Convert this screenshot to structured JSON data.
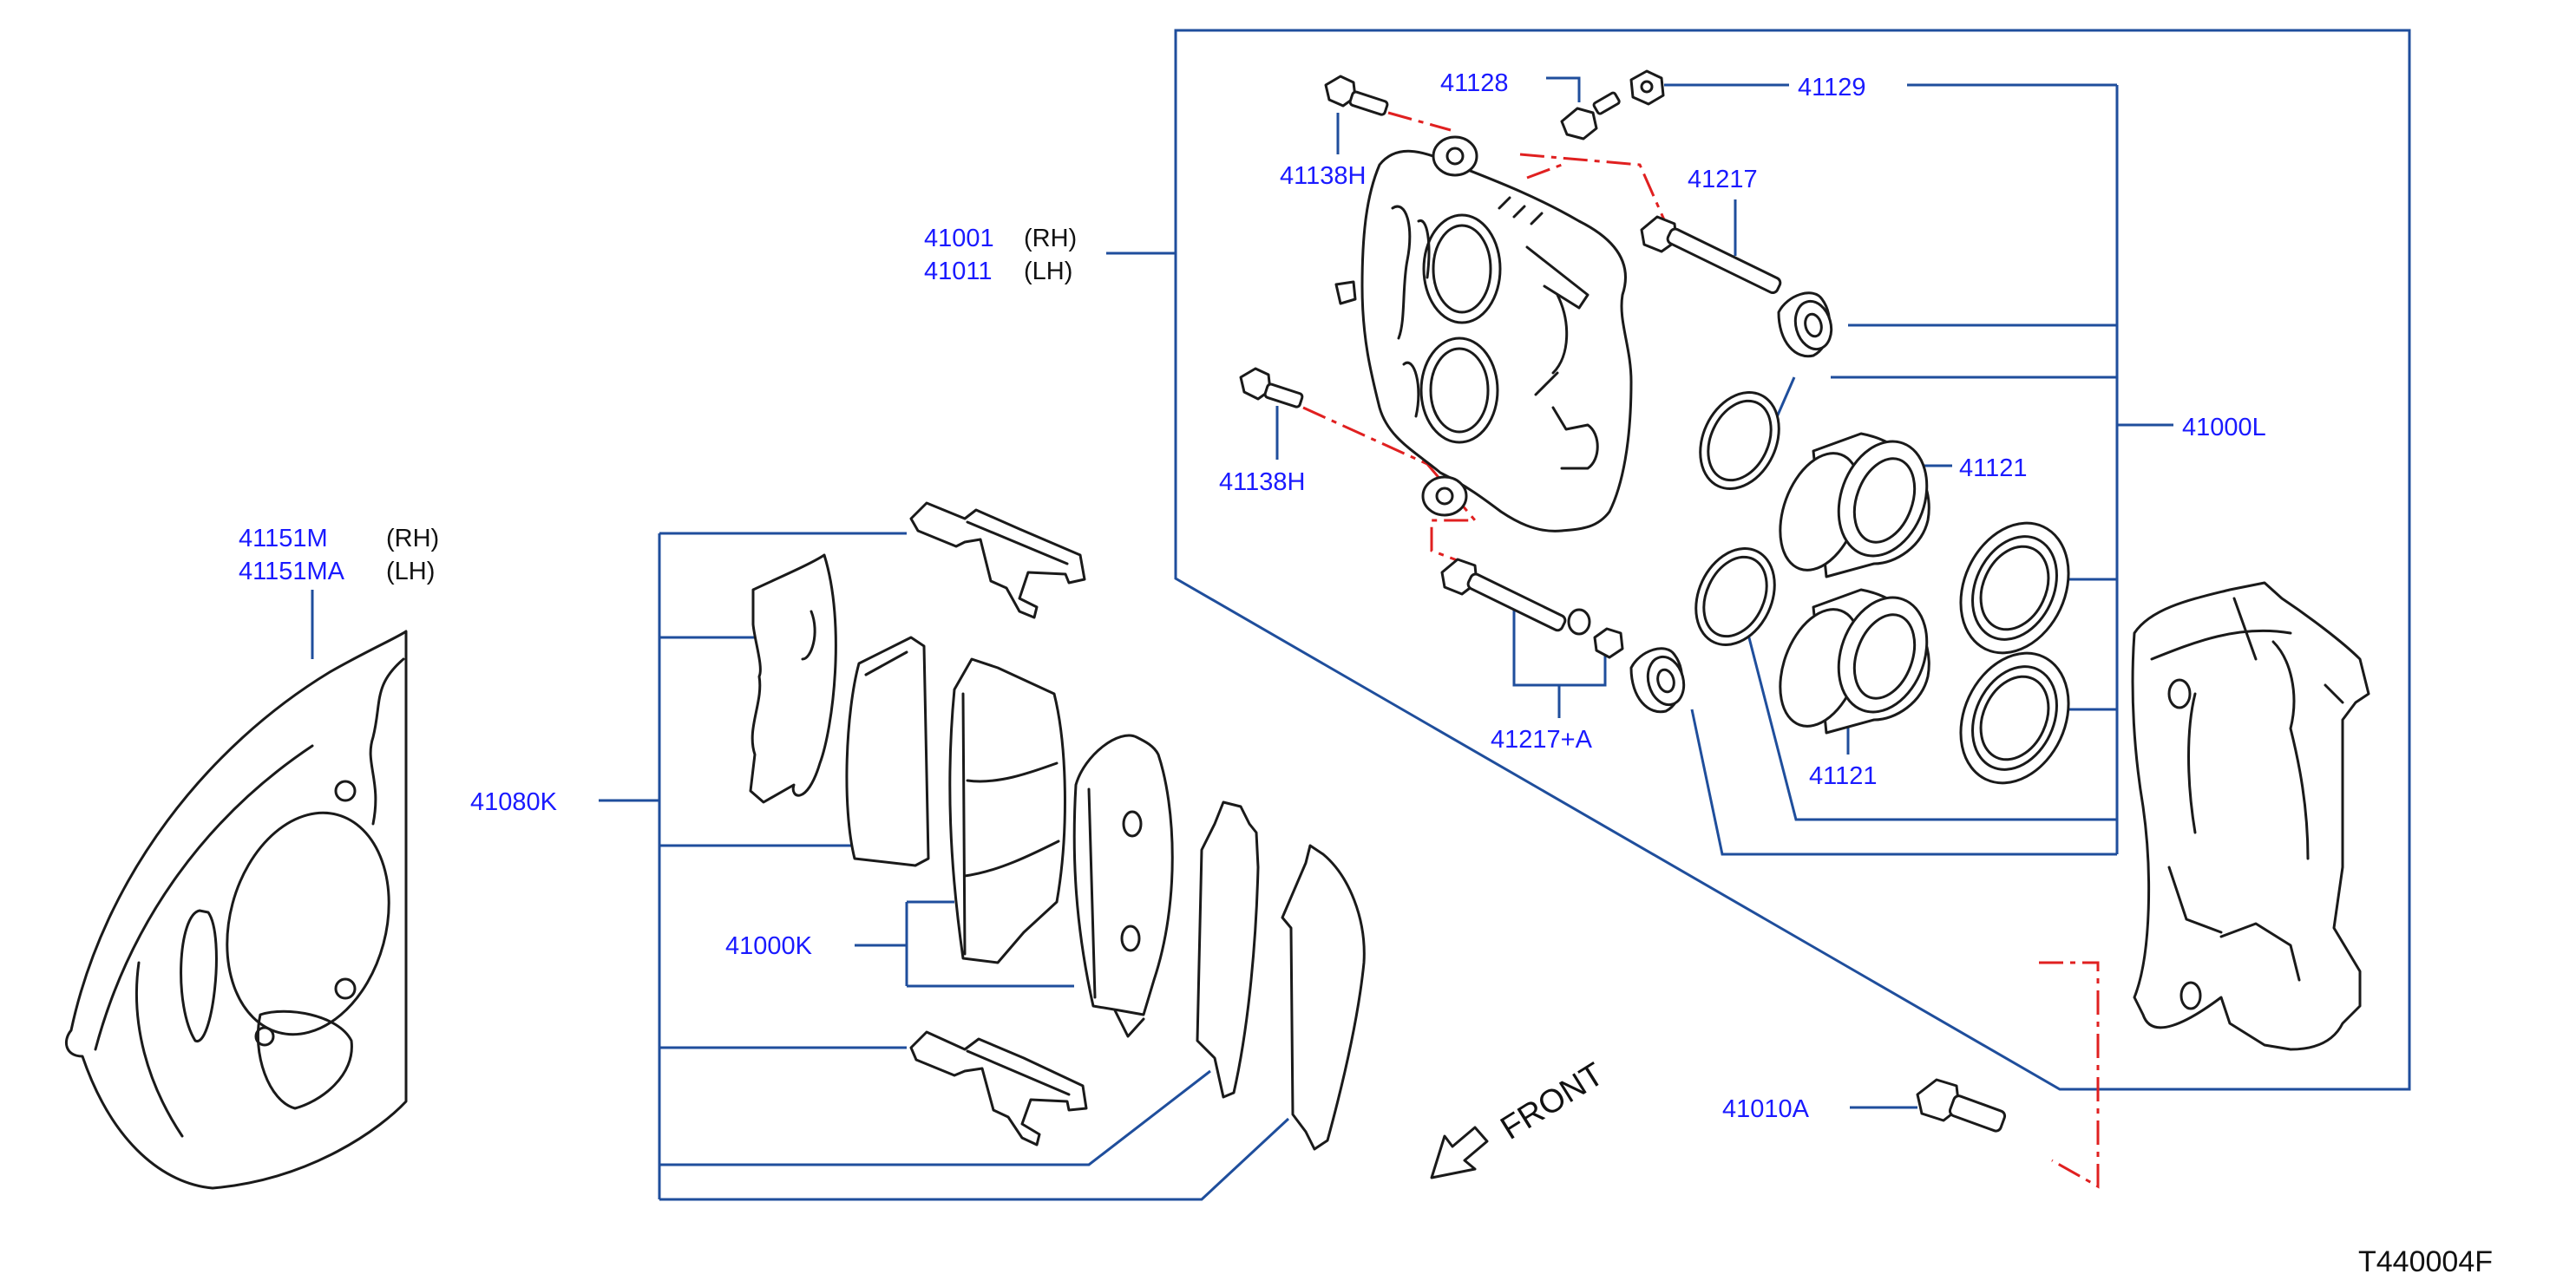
{
  "labels": {
    "p41151M": "41151M",
    "p41151MA": "41151MA",
    "rh1": "(RH)",
    "lh1": "(LH)",
    "p41080K": "41080K",
    "p41000K": "41000K",
    "p41001": "41001",
    "p41011": "41011",
    "rh2": "(RH)",
    "lh2": "(LH)",
    "p41138H_top": "41138H",
    "p41138H_bot": "41138H",
    "p41128": "41128",
    "p41129": "41129",
    "p41217": "41217",
    "p41217A": "41217+A",
    "p41121_top": "41121",
    "p41121_bot": "41121",
    "p41000L": "41000L",
    "p41010A": "41010A",
    "front": "FRONT",
    "code": "T440004F"
  },
  "colors": {
    "part_number": "#1a1aff",
    "leader_line": "#1f4e9c",
    "center_line": "#e02020",
    "outline": "#1a1a1a"
  }
}
